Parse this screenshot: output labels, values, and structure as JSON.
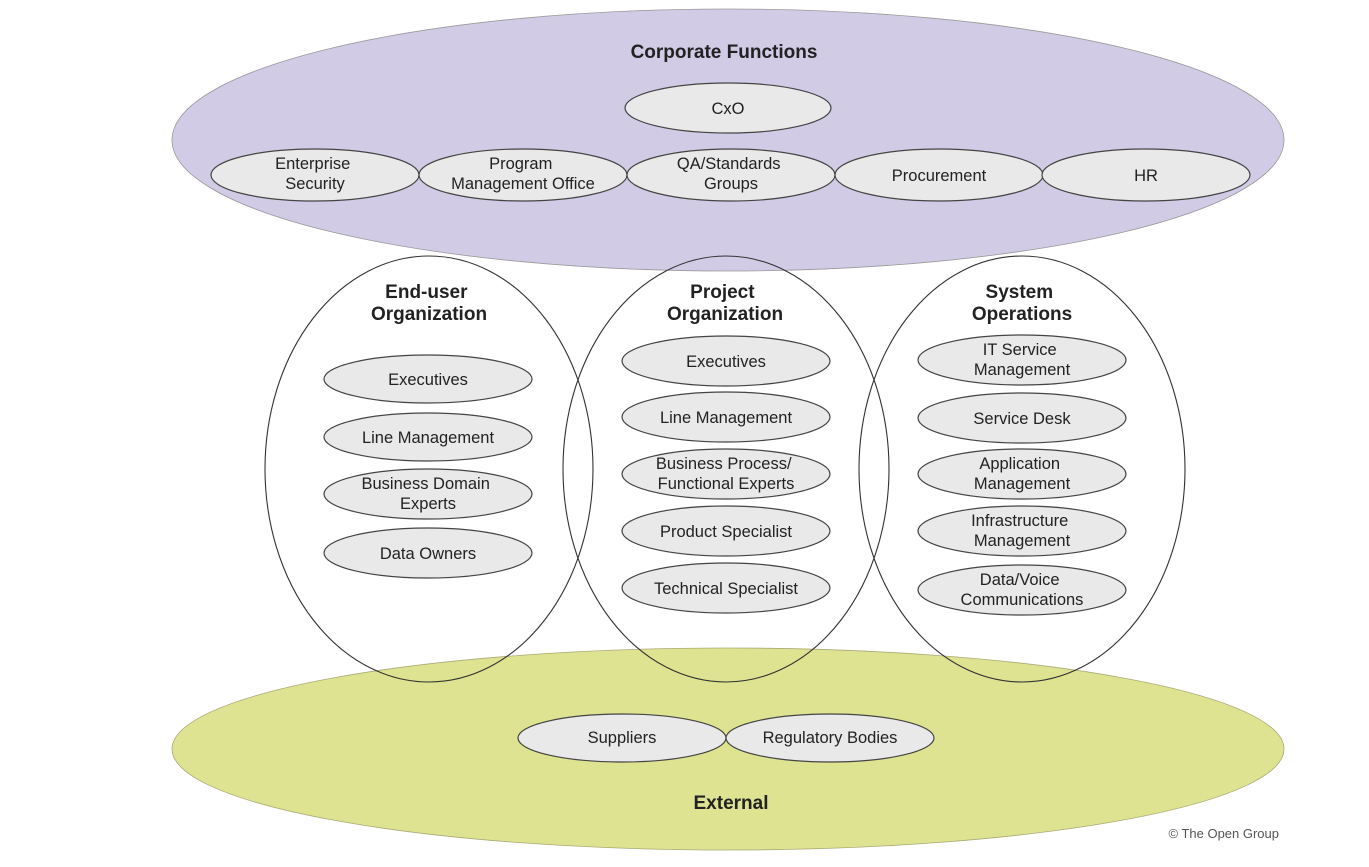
{
  "colors": {
    "corporate_fill": "#d1cbe6",
    "external_fill": "#dde390",
    "node_fill": "#e9e9e9",
    "stroke": "#333333"
  },
  "corporate": {
    "title": "Corporate Functions",
    "cxo": "CxO",
    "enterprise_security": [
      "Enterprise",
      "Security"
    ],
    "pmo": [
      "Program",
      "Management Office"
    ],
    "qa": [
      "QA/Standards",
      "Groups"
    ],
    "procurement": "Procurement",
    "hr": "HR"
  },
  "end_user": {
    "title": [
      "End-user",
      "Organization"
    ],
    "executives": "Executives",
    "line_management": "Line Management",
    "domain_experts": [
      "Business Domain",
      "Experts"
    ],
    "data_owners": "Data Owners"
  },
  "project": {
    "title": [
      "Project",
      "Organization"
    ],
    "executives": "Executives",
    "line_management": "Line Management",
    "process_experts": [
      "Business Process/",
      "Functional Experts"
    ],
    "product_specialist": "Product Specialist",
    "technical_specialist": "Technical Specialist"
  },
  "system_ops": {
    "title": [
      "System",
      "Operations"
    ],
    "itsm": [
      "IT Service",
      "Management"
    ],
    "service_desk": "Service Desk",
    "app_mgmt": [
      "Application",
      "Management"
    ],
    "infra_mgmt": [
      "Infrastructure",
      "Management"
    ],
    "data_voice": [
      "Data/Voice",
      "Communications"
    ]
  },
  "external": {
    "title": "External",
    "suppliers": "Suppliers",
    "regulatory": "Regulatory Bodies"
  },
  "copyright": "© The Open Group"
}
